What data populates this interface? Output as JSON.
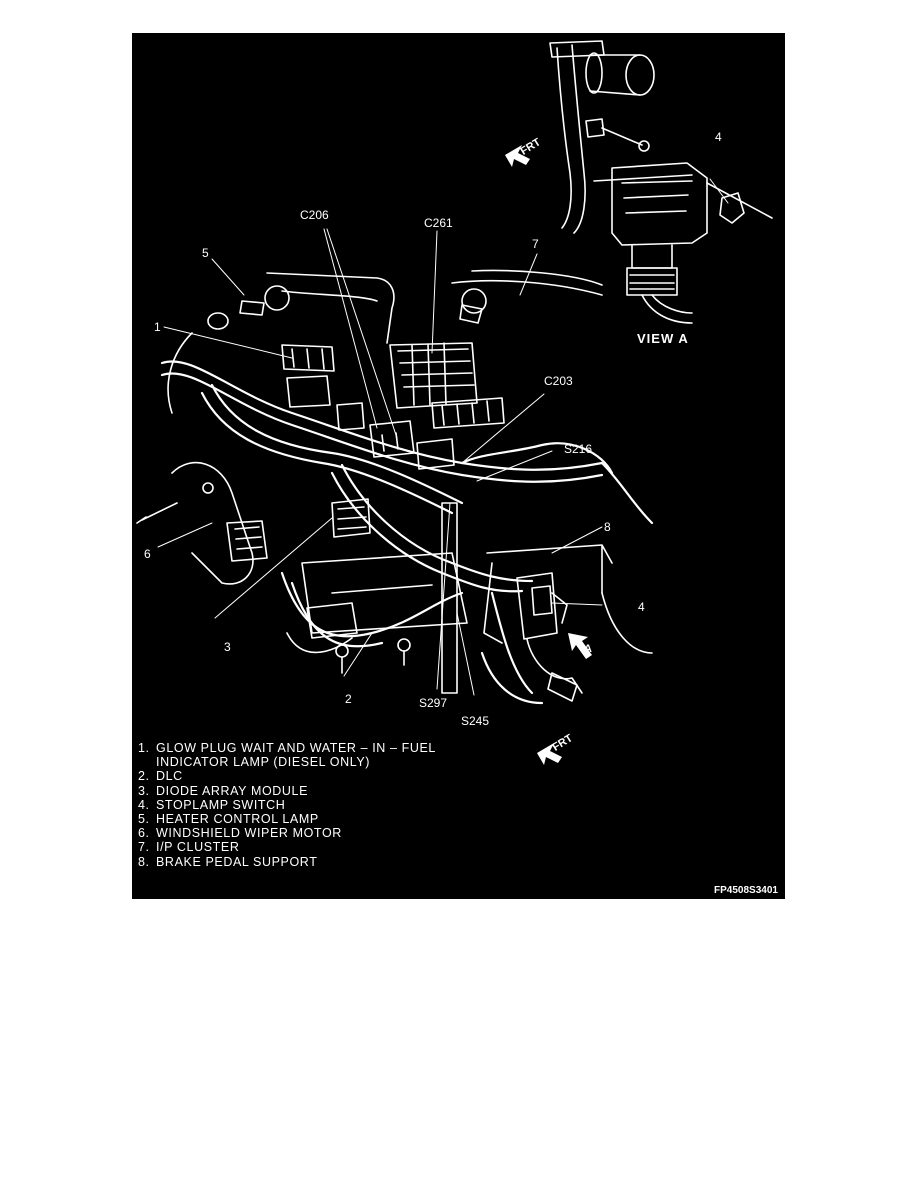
{
  "figure": {
    "id": "FP4508S3401",
    "view_label": "VIEW  A",
    "frt_label": "FRT",
    "view_arrow_label": "A",
    "callouts": {
      "c206": "C206",
      "c261": "C261",
      "c203": "C203",
      "s216": "S216",
      "s297": "S297",
      "s245": "S245",
      "n1": "1",
      "n2": "2",
      "n3": "3",
      "n4_top": "4",
      "n4_mid": "4",
      "n5": "5",
      "n6": "6",
      "n7": "7",
      "n8": "8"
    }
  },
  "legend": {
    "items": [
      {
        "num": "1.",
        "text": "GLOW PLUG WAIT AND WATER – IN – FUEL",
        "cont": "INDICATOR LAMP (DIESEL ONLY)"
      },
      {
        "num": "2.",
        "text": "DLC"
      },
      {
        "num": "3.",
        "text": "DIODE ARRAY MODULE"
      },
      {
        "num": "4.",
        "text": "STOPLAMP SWITCH"
      },
      {
        "num": "5.",
        "text": "HEATER CONTROL LAMP"
      },
      {
        "num": "6.",
        "text": "WINDSHIELD WIPER MOTOR"
      },
      {
        "num": "7.",
        "text": "I/P CLUSTER"
      },
      {
        "num": "8.",
        "text": "BRAKE PEDAL SUPPORT"
      }
    ]
  },
  "colors": {
    "background": "#000000",
    "ink": "#ffffff",
    "page": "#ffffff"
  }
}
